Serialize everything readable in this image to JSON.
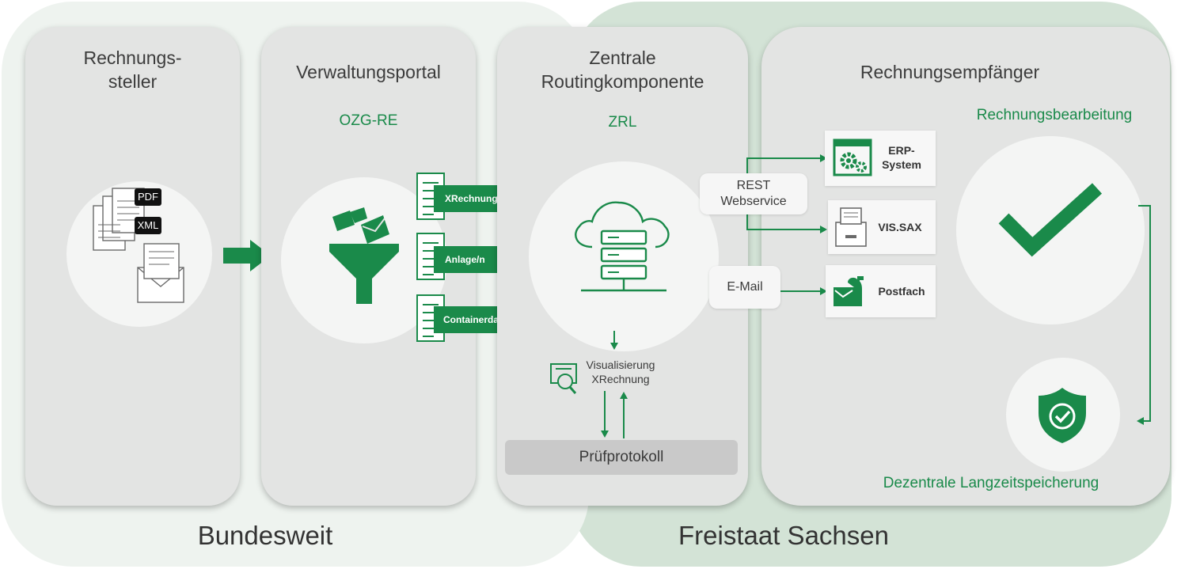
{
  "regions": {
    "bundesweit": "Bundesweit",
    "sachsen": "Freistaat Sachsen"
  },
  "columns": {
    "rechnungssteller": {
      "title_line1": "Rechnungs-",
      "title_line2": "steller"
    },
    "verwaltungsportal": {
      "title": "Verwaltungsportal",
      "subtitle": "OZG-RE"
    },
    "routing": {
      "title_line1": "Zentrale",
      "title_line2": "Routingkomponente",
      "subtitle": "ZRL"
    },
    "empfaenger": {
      "title": "Rechnungsempfänger"
    }
  },
  "doc_labels": {
    "pdf": "PDF",
    "xml": "XML"
  },
  "flows": [
    "XRechnung",
    "Anlage/n",
    "Containerdatei"
  ],
  "visualisierung": {
    "line1": "Visualisierung",
    "line2": "XRechnung"
  },
  "pruefprotokoll": "Prüfprotokoll",
  "channels": {
    "rest_line1": "REST",
    "rest_line2": "Webservice",
    "email": "E-Mail"
  },
  "systems": {
    "erp_line1": "ERP-",
    "erp_line2": "System",
    "vissax": "VIS.SAX",
    "postfach": "Postfach"
  },
  "rechnungsbearbeitung": "Rechnungsbearbeitung",
  "langzeitspeicherung": "Dezentrale Langzeitspeicherung",
  "colors": {
    "accent": "#1a8a4a",
    "panel": "#e3e4e3",
    "region_left": "#eef3ef",
    "region_right": "#d3e3d6"
  },
  "icons": [
    "documents-icon",
    "envelope-icon",
    "funnel-icon",
    "cloud-server-icon",
    "checkmark-icon",
    "shield-check-icon",
    "erp-gears-icon",
    "archive-icon",
    "mailbox-icon",
    "magnifier-document-icon"
  ]
}
